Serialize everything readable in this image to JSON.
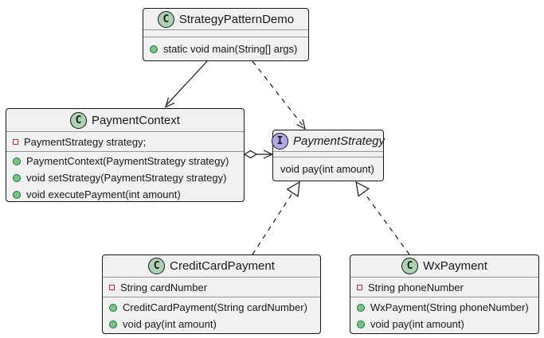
{
  "diagram": {
    "title": "Strategy Pattern UML class diagram",
    "colors": {
      "box_fill": "#F1F1F1",
      "border": "#181818",
      "class_icon_fill": "#ADD1B2",
      "interface_icon_fill": "#B4A7E5",
      "method_dot_fill": "#84BE84",
      "method_dot_border": "#038048",
      "field_square_border": "#C82930",
      "background": "#FFFFFF"
    },
    "classes": [
      {
        "kind": "class",
        "icon_letter": "C",
        "name": "StrategyPatternDemo",
        "fields": [],
        "methods": [
          {
            "visibility": "public",
            "text": "static void main(String[] args)"
          }
        ]
      },
      {
        "kind": "class",
        "icon_letter": "C",
        "name": "PaymentContext",
        "fields": [
          {
            "visibility": "private",
            "text": "PaymentStrategy strategy;"
          }
        ],
        "methods": [
          {
            "visibility": "public",
            "text": "PaymentContext(PaymentStrategy strategy)"
          },
          {
            "visibility": "public",
            "text": "void setStrategy(PaymentStrategy strategy)"
          },
          {
            "visibility": "public",
            "text": "void executePayment(int amount)"
          }
        ]
      },
      {
        "kind": "interface",
        "icon_letter": "I",
        "name": "PaymentStrategy",
        "fields": [],
        "methods": [
          {
            "visibility": "none",
            "text": "void pay(int amount)"
          }
        ]
      },
      {
        "kind": "class",
        "icon_letter": "C",
        "name": "CreditCardPayment",
        "fields": [
          {
            "visibility": "private",
            "text": "String cardNumber"
          }
        ],
        "methods": [
          {
            "visibility": "public",
            "text": "CreditCardPayment(String cardNumber)"
          },
          {
            "visibility": "public",
            "text": "void pay(int amount)"
          }
        ]
      },
      {
        "kind": "class",
        "icon_letter": "C",
        "name": "WxPayment",
        "fields": [
          {
            "visibility": "private",
            "text": "String phoneNumber"
          }
        ],
        "methods": [
          {
            "visibility": "public",
            "text": "WxPayment(String phoneNumber)"
          },
          {
            "visibility": "public",
            "text": "void pay(int amount)"
          }
        ]
      }
    ],
    "relationships": [
      {
        "from": "StrategyPatternDemo",
        "to": "PaymentContext",
        "type": "association",
        "line": "solid",
        "head": "open-arrow"
      },
      {
        "from": "StrategyPatternDemo",
        "to": "PaymentStrategy",
        "type": "dependency",
        "line": "dashed",
        "head": "open-arrow"
      },
      {
        "from": "PaymentContext",
        "to": "PaymentStrategy",
        "type": "aggregation",
        "line": "solid",
        "head": "open-arrow",
        "tail": "hollow-diamond"
      },
      {
        "from": "CreditCardPayment",
        "to": "PaymentStrategy",
        "type": "realization",
        "line": "dashed",
        "head": "hollow-triangle"
      },
      {
        "from": "WxPayment",
        "to": "PaymentStrategy",
        "type": "realization",
        "line": "dashed",
        "head": "hollow-triangle"
      }
    ]
  }
}
